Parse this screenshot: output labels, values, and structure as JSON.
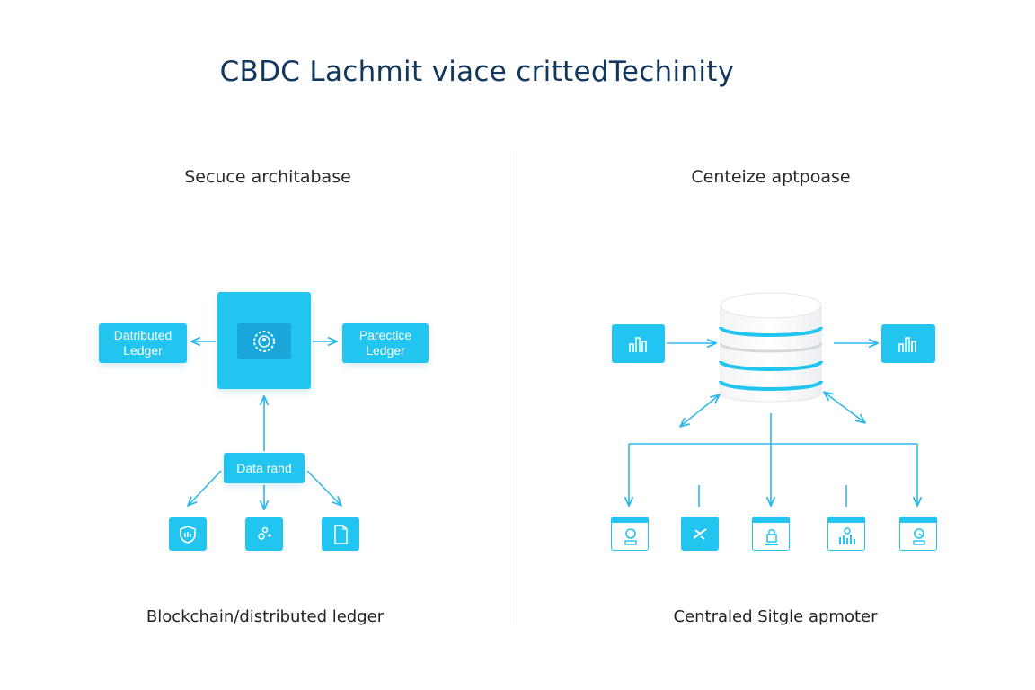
{
  "title": "CBDC Lachmit viace crittedTechinity",
  "left_panel": {
    "heading": "Secuce architabase",
    "caption": "Blockchain/distributed ledger",
    "left_box": {
      "line1": "Datributed",
      "line2": "Ledger"
    },
    "right_box": {
      "line1": "Parectice",
      "line2": "Ledger"
    },
    "center_icon": "gear-node-icon",
    "data_box": "Data rand",
    "bottom_icons": [
      "shield-icon",
      "nodes-icon",
      "document-icon"
    ]
  },
  "right_panel": {
    "heading": "Centeize aptpoase",
    "caption": "Centraled Sitgle apmoter",
    "center_icon": "database-icon",
    "side_icons": [
      "chart-icon",
      "chart-icon"
    ],
    "bottom_icons": [
      "id-card-icon",
      "plane-icon",
      "lock-doc-icon",
      "bar-chart-icon",
      "pie-doc-icon"
    ]
  },
  "colors": {
    "accent": "#22c4f0",
    "title": "#12365c",
    "line": "#2fb8e8"
  }
}
